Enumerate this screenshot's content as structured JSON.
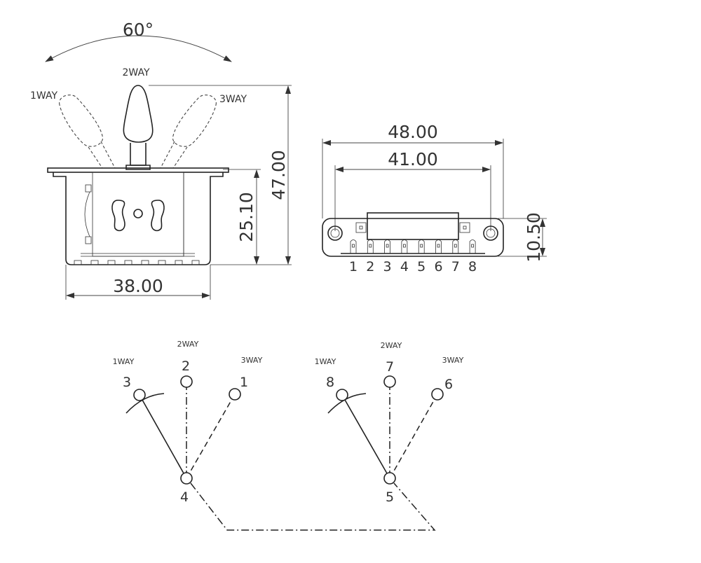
{
  "front_view": {
    "angle_label": "60°",
    "position_labels": {
      "one": "1WAY",
      "two": "2WAY",
      "three": "3WAY"
    },
    "dims": {
      "height": "47.00",
      "body_height": "25.10",
      "width": "38.00"
    }
  },
  "top_view": {
    "dims": {
      "overall_length": "48.00",
      "hole_spacing": "41.00",
      "depth": "10.50"
    },
    "pins": [
      "1",
      "2",
      "3",
      "4",
      "5",
      "6",
      "7",
      "8"
    ]
  },
  "wiring": {
    "left": {
      "way_labels": {
        "one": "1WAY",
        "two": "2WAY",
        "three": "3WAY"
      },
      "terminals": {
        "one": "3",
        "two": "2",
        "three": "1",
        "common": "4"
      }
    },
    "right": {
      "way_labels": {
        "one": "1WAY",
        "two": "2WAY",
        "three": "3WAY"
      },
      "terminals": {
        "one": "8",
        "two": "7",
        "three": "6",
        "common": "5"
      }
    }
  }
}
